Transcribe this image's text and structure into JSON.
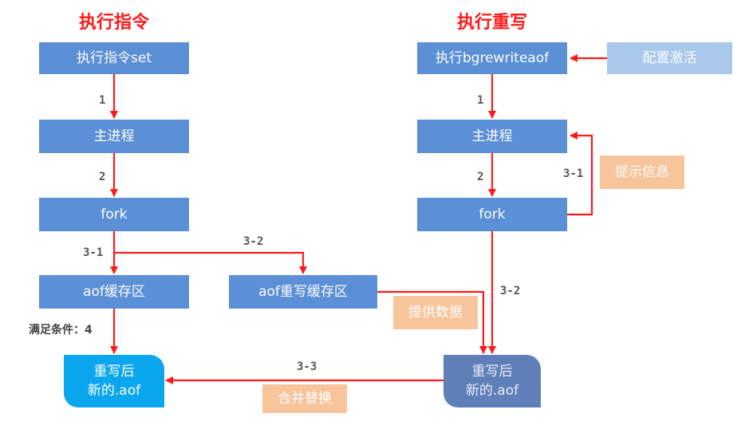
{
  "left": {
    "title": "执行指令",
    "set_box": "执行指令set",
    "main_process": "主进程",
    "fork": "fork",
    "aof_buffer": "aof缓存区",
    "rewrite_buffer": "aof重写缓存区",
    "condition": "满足条件：4"
  },
  "right": {
    "title": "执行重写",
    "bgrewrite_box": "执行bgrewriteaof",
    "config_trigger": "配置激活",
    "main_process": "主进程",
    "fork": "fork",
    "notify_info": "提示信息",
    "provide_data": "提供数据",
    "merge_replace": "合并替换"
  },
  "files": {
    "new_aof_line1": "重写后",
    "new_aof_line2": "新的.aof",
    "old_aof_line1": "重写后",
    "old_aof_line2": "新的.aof"
  },
  "labels": {
    "l_step1": "1",
    "l_step2": "2",
    "l_step31": "3-1",
    "l_step32": "3-2",
    "r_step1": "1",
    "r_step2": "2",
    "r_step31": "3-1",
    "r_step32": "3-2",
    "step33": "3-3"
  },
  "colors": {
    "arrow": "#ff1a1a",
    "box_blue": "#5b8fd6",
    "box_light_blue": "#a9c8ec",
    "box_orange": "#f8c49b",
    "file_cyan": "#0aa6ee",
    "file_slate": "#5f7fb8"
  }
}
